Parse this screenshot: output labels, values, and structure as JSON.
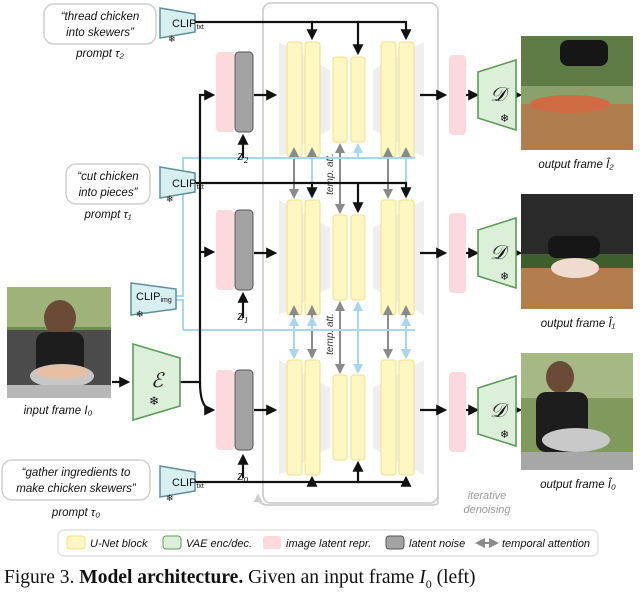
{
  "prompts": {
    "p2": {
      "line1": "“thread chicken",
      "line2": "into skewers”",
      "label": "prompt τ₂"
    },
    "p1": {
      "line1": "“cut chicken",
      "line2": "into pieces”",
      "label": "prompt τ₁"
    },
    "p0": {
      "line1": "“gather ingredients to",
      "line2": "make chicken skewers”",
      "label": "prompt τ₀"
    }
  },
  "encoders": {
    "clip_txt": "CLIP",
    "clip_txt_sub": "txt",
    "clip_img": "CLIP",
    "clip_img_sub": "img",
    "vae_enc": "ℰ",
    "vae_dec": "𝒟",
    "frozen_icon": "❄"
  },
  "noise_labels": [
    "z₂",
    "z₁",
    "z₀"
  ],
  "temporal_attention_label": "temp. att.",
  "iterative_denoising": {
    "line1": "iterative",
    "line2": "denoising"
  },
  "input_frame_label": "input frame I₀",
  "output_frame_labels": [
    "output frame Î₂",
    "output frame Î₁",
    "output frame Î₀"
  ],
  "legend": {
    "unet": "U-Net block",
    "vae": "VAE enc/dec.",
    "latent": "image latent repr.",
    "noise": "latent noise",
    "temporal": "temporal attention"
  },
  "caption": {
    "prefix": "Figure 3.",
    "bold": "Model architecture.",
    "rest1": "Given an input frame",
    "var": "I",
    "sub": "0",
    "rest2": "(left)"
  },
  "colors": {
    "unet_fill": "#fff7c2",
    "unet_stroke": "#efe08a",
    "vae_fill": "#dcefd9",
    "vae_stroke": "#5f9a5b",
    "latent_fill": "#fbd9dc",
    "noise_fill": "#a3a3a3",
    "blue_line": "#a9d6ea",
    "black_line": "#111111",
    "gray_arrow": "#8a8a8a",
    "clip_fill": "#d8eff2",
    "clip_stroke": "#5f8f97"
  }
}
